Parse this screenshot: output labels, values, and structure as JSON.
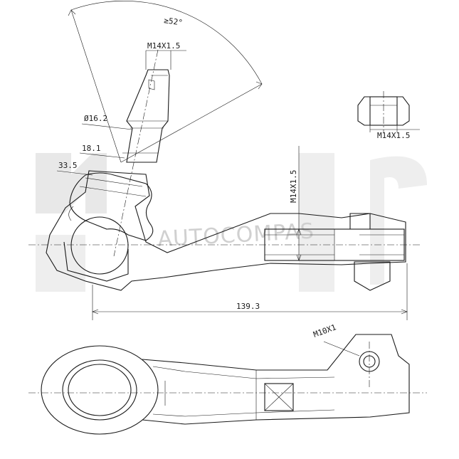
{
  "watermark": {
    "text": "AUTOCOMPAS"
  },
  "dimensions": {
    "angle": "≥52°",
    "stud_thread": "M14X1.5",
    "stud_diameter": "Ø16.2",
    "length_18": "18.1",
    "length_33": "33.5",
    "inner_thread": "M14X1.5",
    "overall_length": "139.3",
    "nut_thread": "M14X1.5",
    "hole_thread": "M10X1"
  }
}
